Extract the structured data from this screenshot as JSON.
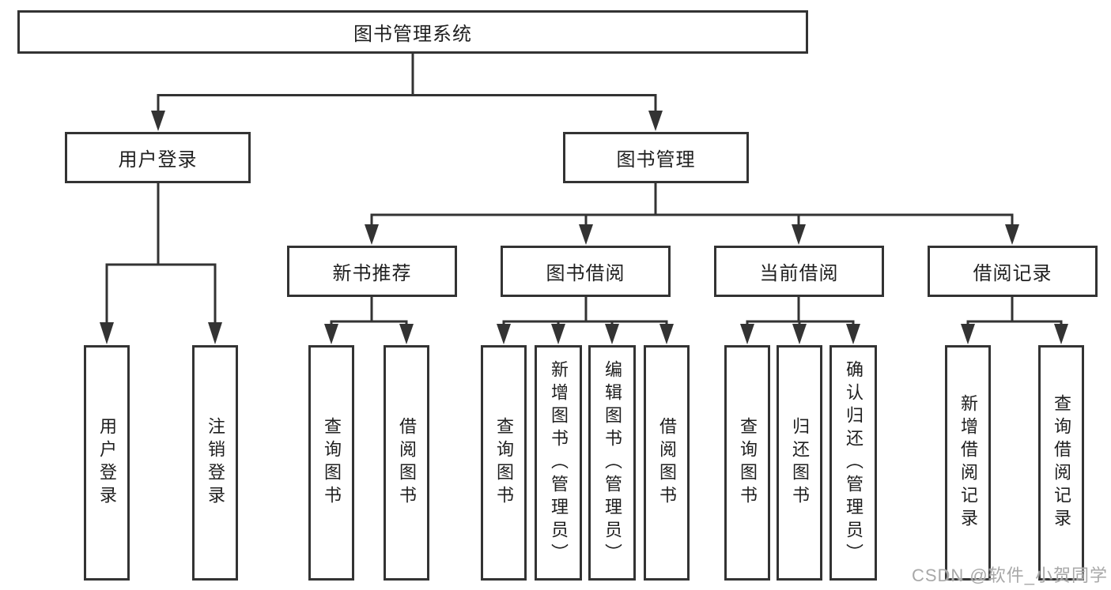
{
  "diagram": {
    "root": "图书管理系统",
    "level2": {
      "user_login": "用户登录",
      "book_mgmt": "图书管理"
    },
    "level3": {
      "new_books": "新书推荐",
      "book_borrow": "图书借阅",
      "current_borrow": "当前借阅",
      "borrow_records": "借阅记录"
    },
    "level4": {
      "user_login": [
        "用户登录",
        "注销登录"
      ],
      "new_books": [
        "查询图书",
        "借阅图书"
      ],
      "book_borrow": [
        "查询图书",
        "新增图书（管理员）",
        "编辑图书（管理员）",
        "借阅图书"
      ],
      "current_borrow": [
        "查询图书",
        "归还图书",
        "确认归还（管理员）"
      ],
      "borrow_records": [
        "新增借阅记录",
        "查询借阅记录"
      ]
    }
  },
  "watermark": "CSDN @软件_小贺同学",
  "colors": {
    "line": "#333333",
    "text": "#1f1f1f",
    "watermark": "#a8a8a8"
  }
}
